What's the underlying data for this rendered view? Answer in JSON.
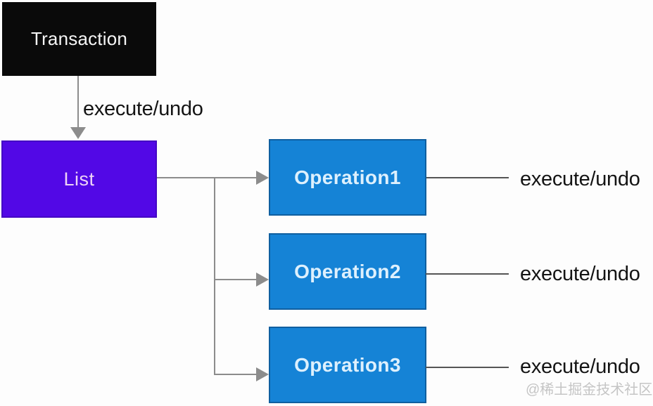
{
  "diagram": {
    "nodes": {
      "transaction": {
        "label": "Transaction"
      },
      "list": {
        "label": "List"
      },
      "operations": [
        {
          "label": "Operation1"
        },
        {
          "label": "Operation2"
        },
        {
          "label": "Operation3"
        }
      ]
    },
    "edge_labels": {
      "transaction_to_list": "execute/undo",
      "operation1_out": "execute/undo",
      "operation2_out": "execute/undo",
      "operation3_out": "execute/undo"
    },
    "watermark": "@稀土掘金技术社区",
    "colors": {
      "transaction_bg": "#0a0a0a",
      "list_bg": "#5208e6",
      "operation_bg": "#1583d6",
      "connector": "#8c8c8c",
      "line_dark": "#555555",
      "label_color": "#141414",
      "watermark_color": "#c5c5c5"
    }
  }
}
